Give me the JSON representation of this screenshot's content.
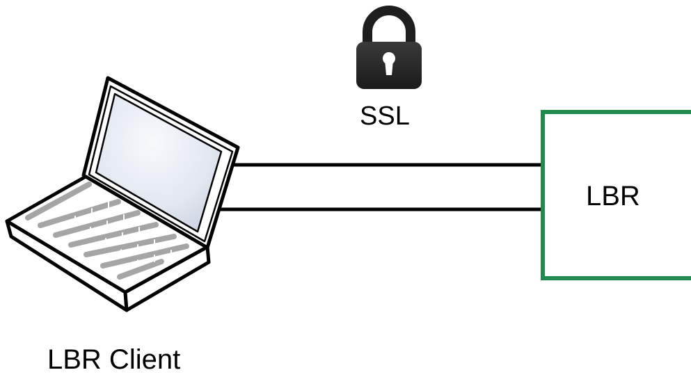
{
  "diagram": {
    "encryption": {
      "icon": "lock-icon",
      "label": "SSL"
    },
    "client": {
      "icon": "laptop-icon",
      "label": "LBR Client"
    },
    "server": {
      "label": "LBR",
      "border_color": "#1f8a4c"
    },
    "connection": {
      "line_color": "#000000"
    }
  }
}
